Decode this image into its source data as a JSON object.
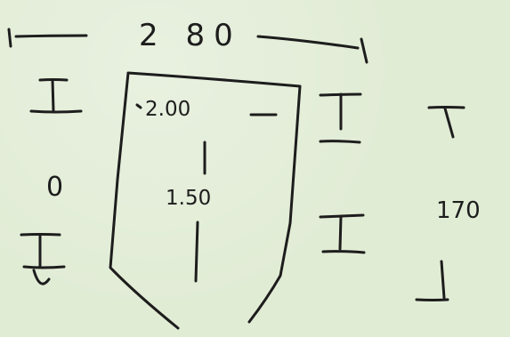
{
  "sketch": {
    "top_dimension": "2 80",
    "panel_top_label": "2.00",
    "panel_center_label": "1.50",
    "left_symbol_label": "0",
    "right_dimension_label": "170",
    "colors": {
      "paper": "#e1ecd5",
      "ink": "#1d1d1d"
    }
  }
}
